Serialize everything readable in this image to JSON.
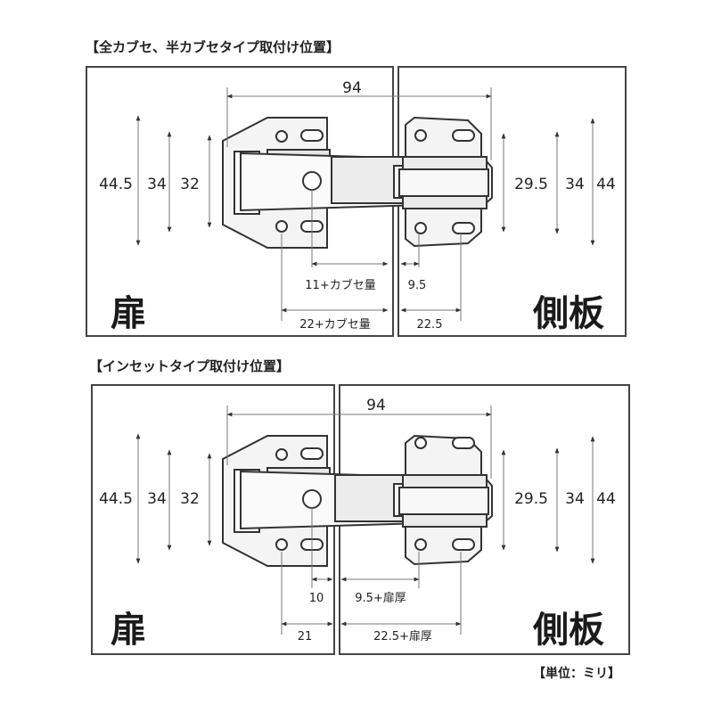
{
  "section_top": {
    "heading": "【全カブセ、半カブセタイプ取付け位置】",
    "dims": {
      "width": "94",
      "door_h1": "44.5",
      "door_h2": "34",
      "door_h3": "32",
      "side_h1": "29.5",
      "side_h2": "34",
      "side_h3": "44",
      "bottom_a": "11+カブセ量",
      "bottom_b": "9.5",
      "bottom_c": "22+カブセ量",
      "bottom_d": "22.5"
    },
    "door_label": "扉",
    "side_label": "側板"
  },
  "section_bottom": {
    "heading": "【インセットタイプ取付け位置】",
    "dims": {
      "width": "94",
      "door_h1": "44.5",
      "door_h2": "34",
      "door_h3": "32",
      "side_h1": "29.5",
      "side_h2": "34",
      "side_h3": "44",
      "bottom_a": "10",
      "bottom_b": "9.5+扉厚",
      "bottom_c": "21",
      "bottom_d": "22.5+扉厚"
    },
    "door_label": "扉",
    "side_label": "側板"
  },
  "unit_note": "【単位：ミリ】"
}
